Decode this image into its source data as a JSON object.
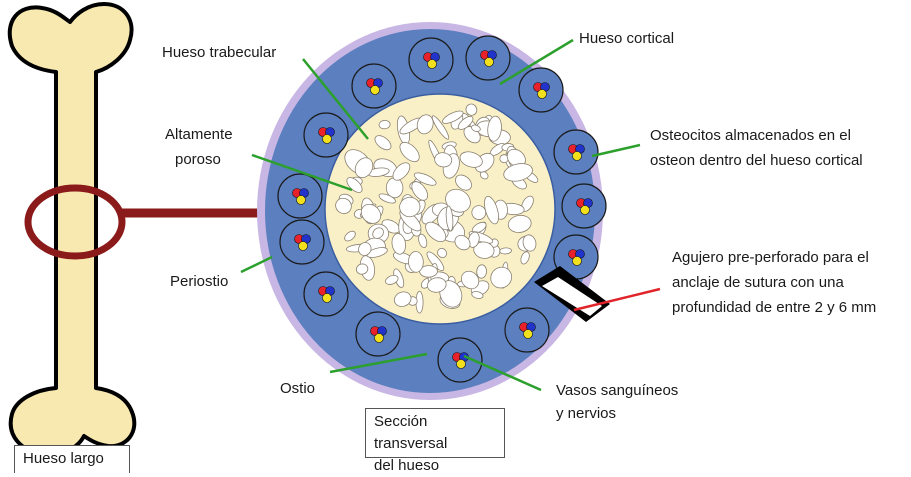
{
  "labels": {
    "hueso_trabecular": "Hueso trabecular",
    "hueso_cortical": "Hueso cortical",
    "altamente_poroso_1": "Altamente",
    "altamente_poroso_2": "poroso",
    "osteocitos_1": "Osteocitos almacenados en el",
    "osteocitos_2": "osteon dentro del hueso cortical",
    "agujero_1": "Agujero pre-perforado para el",
    "agujero_2": "anclaje de sutura con una",
    "agujero_3": "profundidad de entre 2 y 6 mm",
    "periostio": "Periostio",
    "ostio": "Ostio",
    "vasos_1": "Vasos sanguíneos",
    "vasos_2": "y nervios",
    "seccion_1": "Sección transversal",
    "seccion_2": "del hueso",
    "hueso_largo": "Hueso largo"
  },
  "colors": {
    "bone": "#f8e9b0",
    "bone_outline": "#000000",
    "periosteum": "#c8b6e4",
    "cortical": "#5b7fbf",
    "trabecular": "#faf0c8",
    "connector": "#8b1a1a",
    "leader": "#2ca02c",
    "drill_leader": "#e0242a",
    "vessel_red": "#e8212a",
    "vessel_blue": "#2233cc",
    "vessel_yellow": "#f3e01c"
  },
  "icons": [
    "long-bone-icon",
    "osteon-icon",
    "blood-vessel-icon"
  ]
}
